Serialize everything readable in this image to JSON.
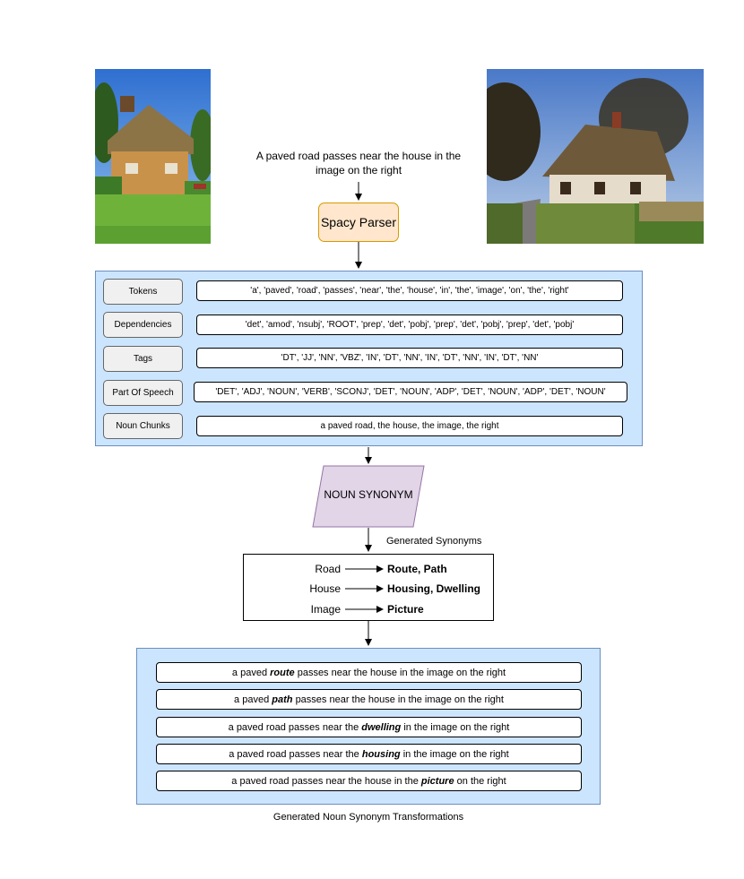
{
  "input_caption": "A paved road passes near the house in the image on the right",
  "parser_label": "Spacy Parser",
  "analysis": [
    {
      "label": "Tokens",
      "value": "'a', 'paved', 'road', 'passes', 'near', 'the', 'house', 'in', 'the', 'image', 'on', 'the', 'right'"
    },
    {
      "label": "Dependencies",
      "value": "'det', 'amod', 'nsubj', 'ROOT', 'prep', 'det', 'pobj', 'prep', 'det', 'pobj', 'prep', 'det', 'pobj'"
    },
    {
      "label": "Tags",
      "value": "'DT', 'JJ', 'NN', 'VBZ', 'IN', 'DT', 'NN', 'IN', 'DT', 'NN', 'IN', 'DT', 'NN'"
    },
    {
      "label": "Part Of Speech",
      "value": "'DET', 'ADJ', 'NOUN', 'VERB', 'SCONJ', 'DET', 'NOUN', 'ADP', 'DET', 'NOUN', 'ADP', 'DET', 'NOUN'"
    },
    {
      "label": "Noun Chunks",
      "value": "a paved road, the house, the image, the right"
    }
  ],
  "noun_synonym_label": "NOUN SYNONYM",
  "generated_synonyms_label": "Generated Synonyms",
  "synonyms": [
    {
      "noun": "Road",
      "synonyms": "Route, Path"
    },
    {
      "noun": "House",
      "synonyms": "Housing, Dwelling"
    },
    {
      "noun": "Image",
      "synonyms": "Picture"
    }
  ],
  "transformations": [
    {
      "before": "a paved ",
      "word": "route",
      "after": " passes near the house in the image on the right"
    },
    {
      "before": "a paved ",
      "word": "path",
      "after": " passes near the house in the image on the right"
    },
    {
      "before": "a paved road passes near the ",
      "word": "dwelling",
      "after": " in the image on the right"
    },
    {
      "before": "a paved road passes near the ",
      "word": "housing",
      "after": " in the image on the right"
    },
    {
      "before": "a paved road passes near the house in the ",
      "word": "picture",
      "after": " on the right"
    }
  ],
  "transformations_label": "Generated Noun Synonym Transformations",
  "colors": {
    "parser_fill": "#ffe6cc",
    "parser_stroke": "#d79b00",
    "panel_fill": "#cce5ff",
    "panel_stroke": "#6c8ebf",
    "noun_synonym_fill": "#e1d5e7",
    "noun_synonym_stroke": "#9673a6",
    "label_fill": "#f0f0f0"
  }
}
